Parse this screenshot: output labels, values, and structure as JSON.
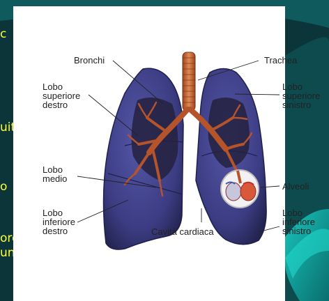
{
  "slide_fragments": {
    "left_1": "c",
    "left_2": "uita",
    "left_3": "o",
    "left_4": "ore",
    "left_5": "un"
  },
  "labels": {
    "bronchi": "Bronchi",
    "trachea": "Trachea",
    "lobo_sup_dx": [
      "Lobo",
      "superiore",
      "destro"
    ],
    "lobo_sup_sx": [
      "Lobo",
      "superiore",
      "sinistro"
    ],
    "lobo_medio": [
      "Lobo",
      "medio"
    ],
    "alveoli": "Alveoli",
    "lobo_inf_dx": [
      "Lobo",
      "inferiore",
      "destro"
    ],
    "lobo_inf_sx": [
      "Lobo",
      "inferiore",
      "sinistro"
    ],
    "cavita": "Cavità cardiaca"
  },
  "colors": {
    "slide_background": "#0c3a3e",
    "slide_accent": "#12b3ad",
    "slide_text": "#ffff33",
    "lung_fill": "#3e3f86",
    "lung_dark": "#1e1f4a",
    "bronchi": "#b5532a",
    "trachea": "#c8673a"
  }
}
